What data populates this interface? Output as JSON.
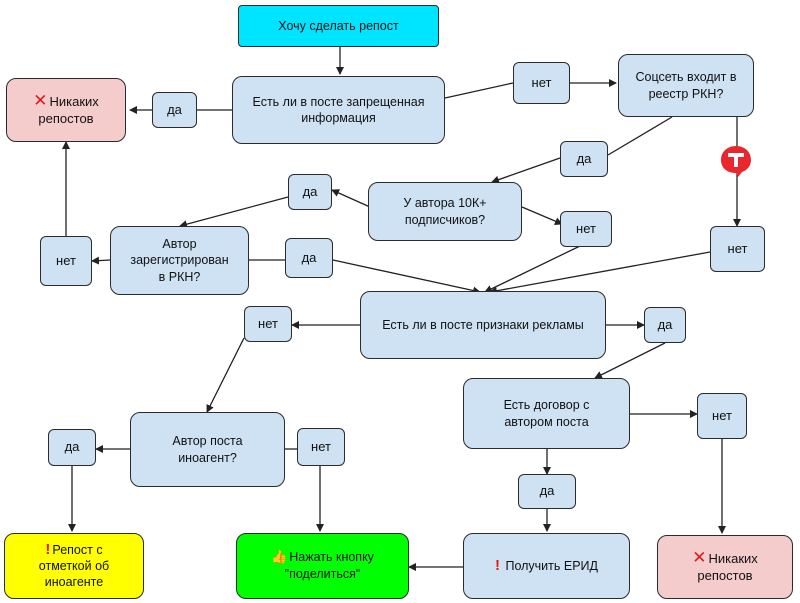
{
  "nodes": {
    "start": "Хочу сделать репост",
    "q_forbidden": "Есть ли в посте запрещенная\nинформация",
    "yes_forbidden": "да",
    "end_no_repost_top": "Никаких\nрепостов",
    "no_forbidden": "нет",
    "q_rkn_registry": "Соцсеть входит в\nреестр РКН?",
    "yes_registry": "да",
    "q_10k": "У автора 10К+\nподписчиков?",
    "yes_10k": "да",
    "no_10k": "нет",
    "q_author_rkn": "Автор\nзарегистрирован\nв РКН?",
    "no_author_rkn": "нет",
    "yes_author_rkn": "да",
    "no_registry": "нет",
    "q_ads": "Есть ли в посте признаки рекламы",
    "no_ads": "нет",
    "yes_ads": "да",
    "q_contract": "Есть договор с\nавтором поста",
    "no_contract": "нет",
    "q_foreign_agent": "Автор поста\nиноагент?",
    "yes_foreign_agent": "да",
    "no_foreign_agent": "нет",
    "yes_contract": "да",
    "end_repost_mark": "Репост с\nотметкой об\nиноагенте",
    "end_share": "Нажать кнопку\n\"поделиться\"",
    "end_erid": "Получить ЕРИД",
    "end_no_repost_bottom": "Никаких\nрепостов"
  },
  "icons": {
    "cross": "cross-mark-icon",
    "exclamation": "exclamation-icon",
    "thumbs_up": "thumbs-up-icon",
    "badge": "telegram-t-badge-icon"
  },
  "colors": {
    "decision": "#cfe2f3",
    "start": "#00e5ff",
    "stop": "#f4cccc",
    "warning": "#ffff00",
    "go": "#00ff00",
    "badge": "#e8282e"
  }
}
